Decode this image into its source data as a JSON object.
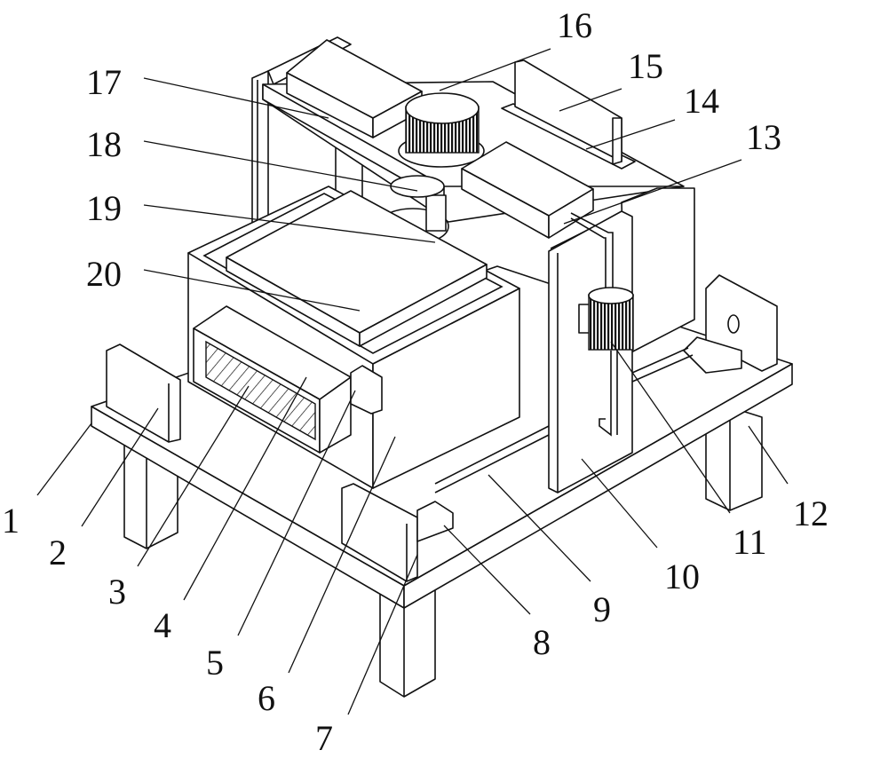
{
  "figure": {
    "type": "patent-line-drawing",
    "description": "Isometric view of a machine on a four-legged table with frame, motors and clamping blocks",
    "labels": [
      "1",
      "2",
      "3",
      "4",
      "5",
      "6",
      "7",
      "8",
      "9",
      "10",
      "11",
      "12",
      "13",
      "14",
      "15",
      "16",
      "17",
      "18",
      "19",
      "20"
    ]
  }
}
